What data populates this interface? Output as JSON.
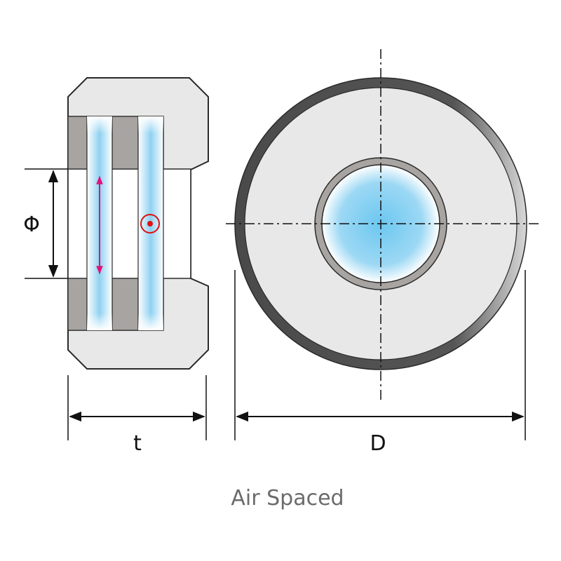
{
  "labels": {
    "aperture": "Φ",
    "thickness": "t",
    "diameter": "D"
  },
  "caption": "Air Spaced",
  "colors": {
    "housing_fill": "#e8e8e8",
    "housing_stroke": "#2a2a2a",
    "spacer_fill": "#a7a4a1",
    "plate_fill": "#8fd1f1",
    "plate_center": "#ffffff",
    "axis_arrow": "#e0137a",
    "axis_dot": "#e01010",
    "ring_dark": "#4a4a4a",
    "ring_light": "#d0d0d0",
    "caption_color": "#6b6b6b"
  }
}
